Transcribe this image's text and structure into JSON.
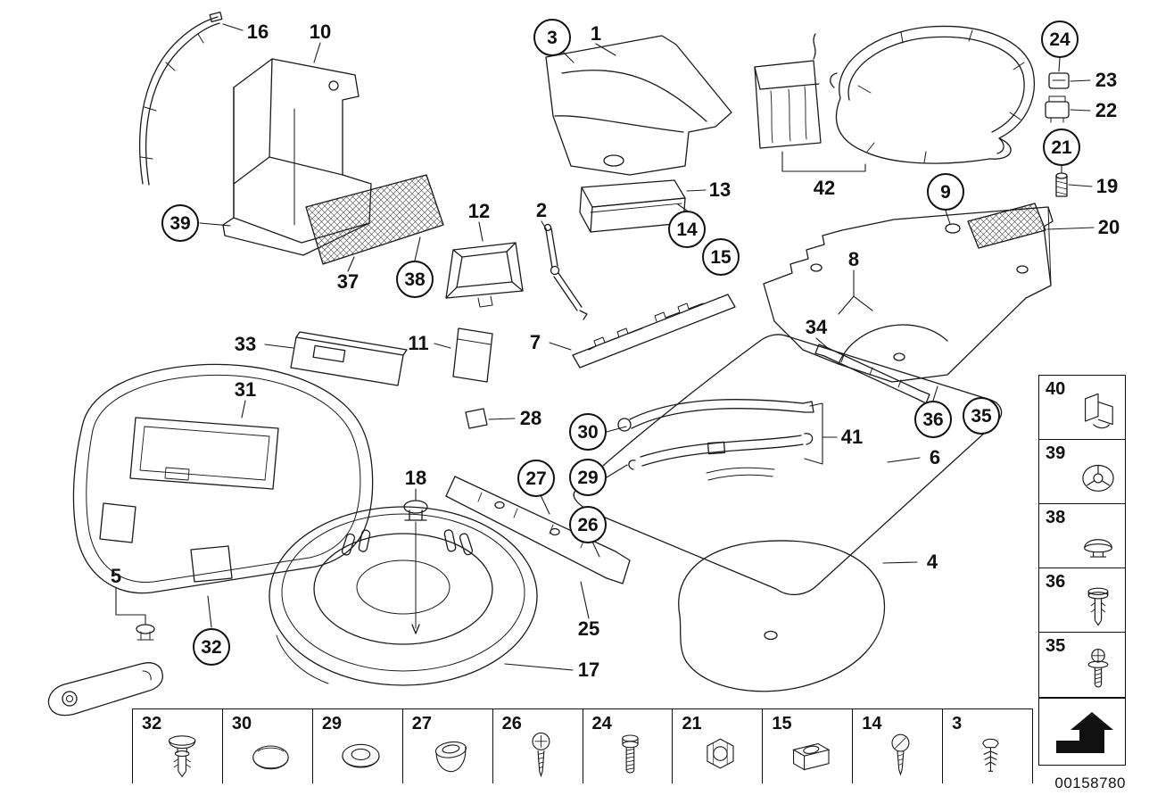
{
  "diagram": {
    "id_number": "00158780"
  },
  "callouts": [
    {
      "label": "16",
      "circled": false
    },
    {
      "label": "10",
      "circled": false
    },
    {
      "label": "3",
      "circled": true
    },
    {
      "label": "1",
      "circled": false
    },
    {
      "label": "42",
      "circled": false
    },
    {
      "label": "24",
      "circled": true
    },
    {
      "label": "23",
      "circled": false
    },
    {
      "label": "22",
      "circled": false
    },
    {
      "label": "21",
      "circled": true
    },
    {
      "label": "19",
      "circled": false
    },
    {
      "label": "20",
      "circled": false
    },
    {
      "label": "9",
      "circled": true
    },
    {
      "label": "39",
      "circled": true
    },
    {
      "label": "37",
      "circled": false
    },
    {
      "label": "38",
      "circled": true
    },
    {
      "label": "12",
      "circled": false
    },
    {
      "label": "2",
      "circled": false
    },
    {
      "label": "13",
      "circled": false
    },
    {
      "label": "14",
      "circled": true
    },
    {
      "label": "15",
      "circled": true
    },
    {
      "label": "8",
      "circled": false
    },
    {
      "label": "34",
      "circled": false
    },
    {
      "label": "33",
      "circled": false
    },
    {
      "label": "11",
      "circled": false
    },
    {
      "label": "7",
      "circled": false
    },
    {
      "label": "31",
      "circled": false
    },
    {
      "label": "28",
      "circled": false
    },
    {
      "label": "30",
      "circled": true
    },
    {
      "label": "27",
      "circled": true
    },
    {
      "label": "29",
      "circled": true
    },
    {
      "label": "26",
      "circled": true
    },
    {
      "label": "36",
      "circled": true
    },
    {
      "label": "35",
      "circled": true
    },
    {
      "label": "41",
      "circled": false
    },
    {
      "label": "6",
      "circled": false
    },
    {
      "label": "18",
      "circled": false
    },
    {
      "label": "5",
      "circled": false
    },
    {
      "label": "32",
      "circled": true
    },
    {
      "label": "25",
      "circled": false
    },
    {
      "label": "17",
      "circled": false
    },
    {
      "label": "4",
      "circled": false
    }
  ],
  "sidebar": {
    "items": [
      {
        "label": "40",
        "icon": "corner-bracket-icon"
      },
      {
        "label": "39",
        "icon": "grommet-top-icon"
      },
      {
        "label": "38",
        "icon": "grommet-dome-icon"
      },
      {
        "label": "36",
        "icon": "expanding-rivet-icon"
      },
      {
        "label": "35",
        "icon": "screw-washer-icon"
      }
    ],
    "arrow_icon": "continuation-arrow-icon"
  },
  "fastener_strip": {
    "items": [
      {
        "label": "32",
        "icon": "plastic-rivet-icon"
      },
      {
        "label": "30",
        "icon": "dome-plug-icon"
      },
      {
        "label": "29",
        "icon": "round-grommet-icon"
      },
      {
        "label": "27",
        "icon": "oval-grommet-icon"
      },
      {
        "label": "26",
        "icon": "phillips-screw-icon"
      },
      {
        "label": "24",
        "icon": "socket-bolt-icon"
      },
      {
        "label": "21",
        "icon": "hex-nut-icon"
      },
      {
        "label": "15",
        "icon": "cage-nut-icon"
      },
      {
        "label": "14",
        "icon": "slotted-screw-icon"
      },
      {
        "label": "3",
        "icon": "fir-tree-clip-icon"
      }
    ]
  },
  "colors": {
    "line": "#1a1a1a",
    "background": "#ffffff"
  }
}
